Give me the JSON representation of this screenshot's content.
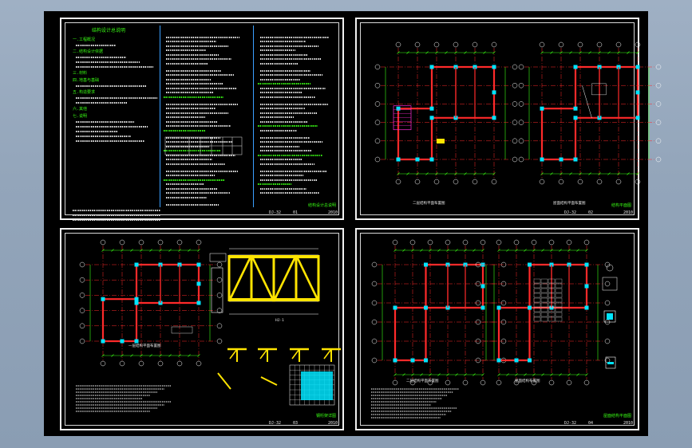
{
  "app": {
    "background": "#95a8bd"
  },
  "sheets": [
    {
      "id": "notes",
      "code": "DJ-32",
      "sheet_no": "01",
      "year": "2010",
      "name": "结构设计总说明",
      "heading": "结构设计总说明",
      "col1": [
        "一.工程概况",
        "二.结构设计依据",
        "三.材料",
        "四.地基与基础",
        "五.构造要求",
        "六.其他",
        "七.说明"
      ]
    },
    {
      "id": "plans",
      "code": "DJ-32",
      "sheet_no": "02",
      "year": "2010",
      "name": "结构平面图",
      "titles": [
        "二层结构平面布置图",
        "屋面结构平面布置图"
      ]
    },
    {
      "id": "truss",
      "code": "DJ-32",
      "sheet_no": "03",
      "year": "2010",
      "name": "钢桁架详图",
      "titles": [
        "一层结构平面布置图",
        "HJ-1"
      ]
    },
    {
      "id": "roof",
      "code": "DJ-32",
      "sheet_no": "04",
      "year": "2010",
      "name": "屋面结构平面图",
      "titles": [
        "二层结构平面布置图",
        "屋面结构布置图"
      ]
    }
  ],
  "colors": {
    "sheet_border": "#f2f2f2",
    "green": "#39ff14",
    "cyan": "#00e5ff",
    "red": "#ff2a2a",
    "magenta": "#ff2bd6",
    "yellow": "#ffe400",
    "blue": "#3aa0ff"
  }
}
